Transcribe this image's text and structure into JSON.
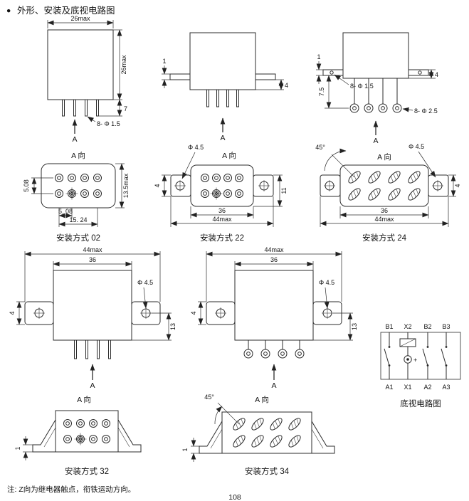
{
  "header": {
    "bullet": "●",
    "title": "外形、安装及底视电路图"
  },
  "outline1": {
    "dim_width": "26max",
    "dim_height": "26max",
    "dim_pin": "7",
    "pin_spec": "8- Φ 1.5",
    "arrow_label": "A"
  },
  "outline2": {
    "dim_ear": "1",
    "dim_gap": "4",
    "arrow_label": "A"
  },
  "outline3": {
    "dim_ear": "1",
    "hole_spec": "8- Φ 1.5",
    "dim_gap": "4",
    "dim_height": "7.5",
    "hook_spec": "8- Φ 2.5",
    "arrow_label": "A"
  },
  "mount02": {
    "view_label": "A 向",
    "row_pitch": "5.08",
    "col_pitch": "5. 08",
    "total_pitch": "15. 24",
    "dim_height": "13.5max",
    "title": "安装方式 02"
  },
  "mount22": {
    "hole_spec": "Φ 4.5",
    "view_label": "A 向",
    "dim_left": "4",
    "dim_right": "11",
    "dim_body": "36",
    "dim_total": "44max",
    "title": "安装方式 22"
  },
  "mount24": {
    "angle": "45°",
    "view_label": "A 向",
    "hole_spec": "Φ 4.5",
    "dim_body": "36",
    "dim_total": "44max",
    "dim_right": "4",
    "title": "安装方式 24"
  },
  "front32": {
    "dim_total": "44max",
    "dim_body": "36",
    "hole_spec": "Φ 4.5",
    "dim_flange": "4",
    "dim_offset": "13",
    "arrow_label": "A"
  },
  "front34": {
    "dim_total": "44max",
    "dim_body": "36",
    "hole_spec": "Φ 4.5",
    "dim_flange": "4",
    "dim_offset": "13",
    "arrow_label": "A"
  },
  "circuit": {
    "top_labels": [
      "B1",
      "X2",
      "B2",
      "B3"
    ],
    "bottom_labels": [
      "A1",
      "X1",
      "A2",
      "A3"
    ],
    "polarity": "+",
    "title": "底视电路图"
  },
  "mount32": {
    "view_label": "A 向",
    "dim_foot": "1",
    "title": "安装方式 32"
  },
  "mount34": {
    "angle": "45°",
    "view_label": "A 向",
    "dim_foot": "1",
    "title": "安装方式 34"
  },
  "footer": {
    "note": "注: Z向为继电器触点，衔铁运动方向。",
    "page_number": "108"
  }
}
